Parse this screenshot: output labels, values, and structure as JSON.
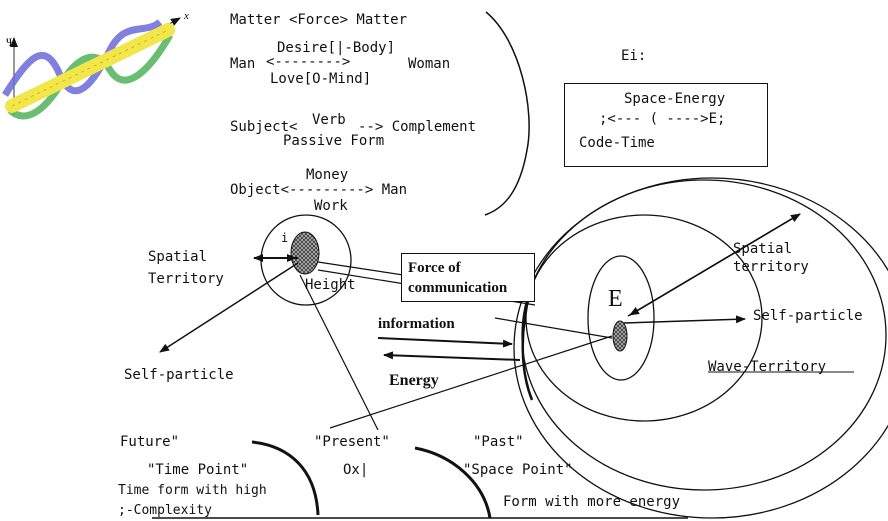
{
  "wave_icon": {
    "psi_label": "Ψ",
    "x_label": "x",
    "colors": {
      "wave_a": "#6a6ad8",
      "wave_b": "#4fb35a",
      "core": "#f2e64a"
    }
  },
  "relations": {
    "matter": "Matter <Force> Matter",
    "man_woman": {
      "top": "Desire[|-Body]",
      "left": "Man",
      "arrow": "<-------->",
      "right": "Woman",
      "bottom": "Love[O-Mind]"
    },
    "subject": {
      "left": "Subject<",
      "verb": "Verb",
      "tail": "--> Complement",
      "bottom": "Passive Form"
    },
    "object": {
      "top": "Money",
      "line": "Object<---------> Man",
      "bottom": "Work"
    }
  },
  "ei": {
    "label": "Ei:",
    "box": {
      "line1": "Space-Energy",
      "line2": ";<--- ( ---->E;",
      "line3": "Code-Time"
    }
  },
  "left_particle": {
    "mark": "i",
    "spatial": "Spatial\nTerritory",
    "height": "Height",
    "self_particle": "Self-particle"
  },
  "middle": {
    "force_box": "Force of\ncommunication",
    "information": "information",
    "energy": "Energy"
  },
  "right_particle": {
    "e_label": "E",
    "spatial": "Spatial\nterritory",
    "self_particle": "Self-particle",
    "wave_territory": "Wave-Territory"
  },
  "timeline": {
    "future": "Future\"",
    "present": "\"Present\"",
    "past": "\"Past\"",
    "time_point": "\"Time Point\"",
    "ox": "Ox|",
    "space_point": "\"Space Point\"",
    "time_form": "Time form with high",
    "complexity": ";-Complexity",
    "form_energy": "Form with more energy"
  }
}
